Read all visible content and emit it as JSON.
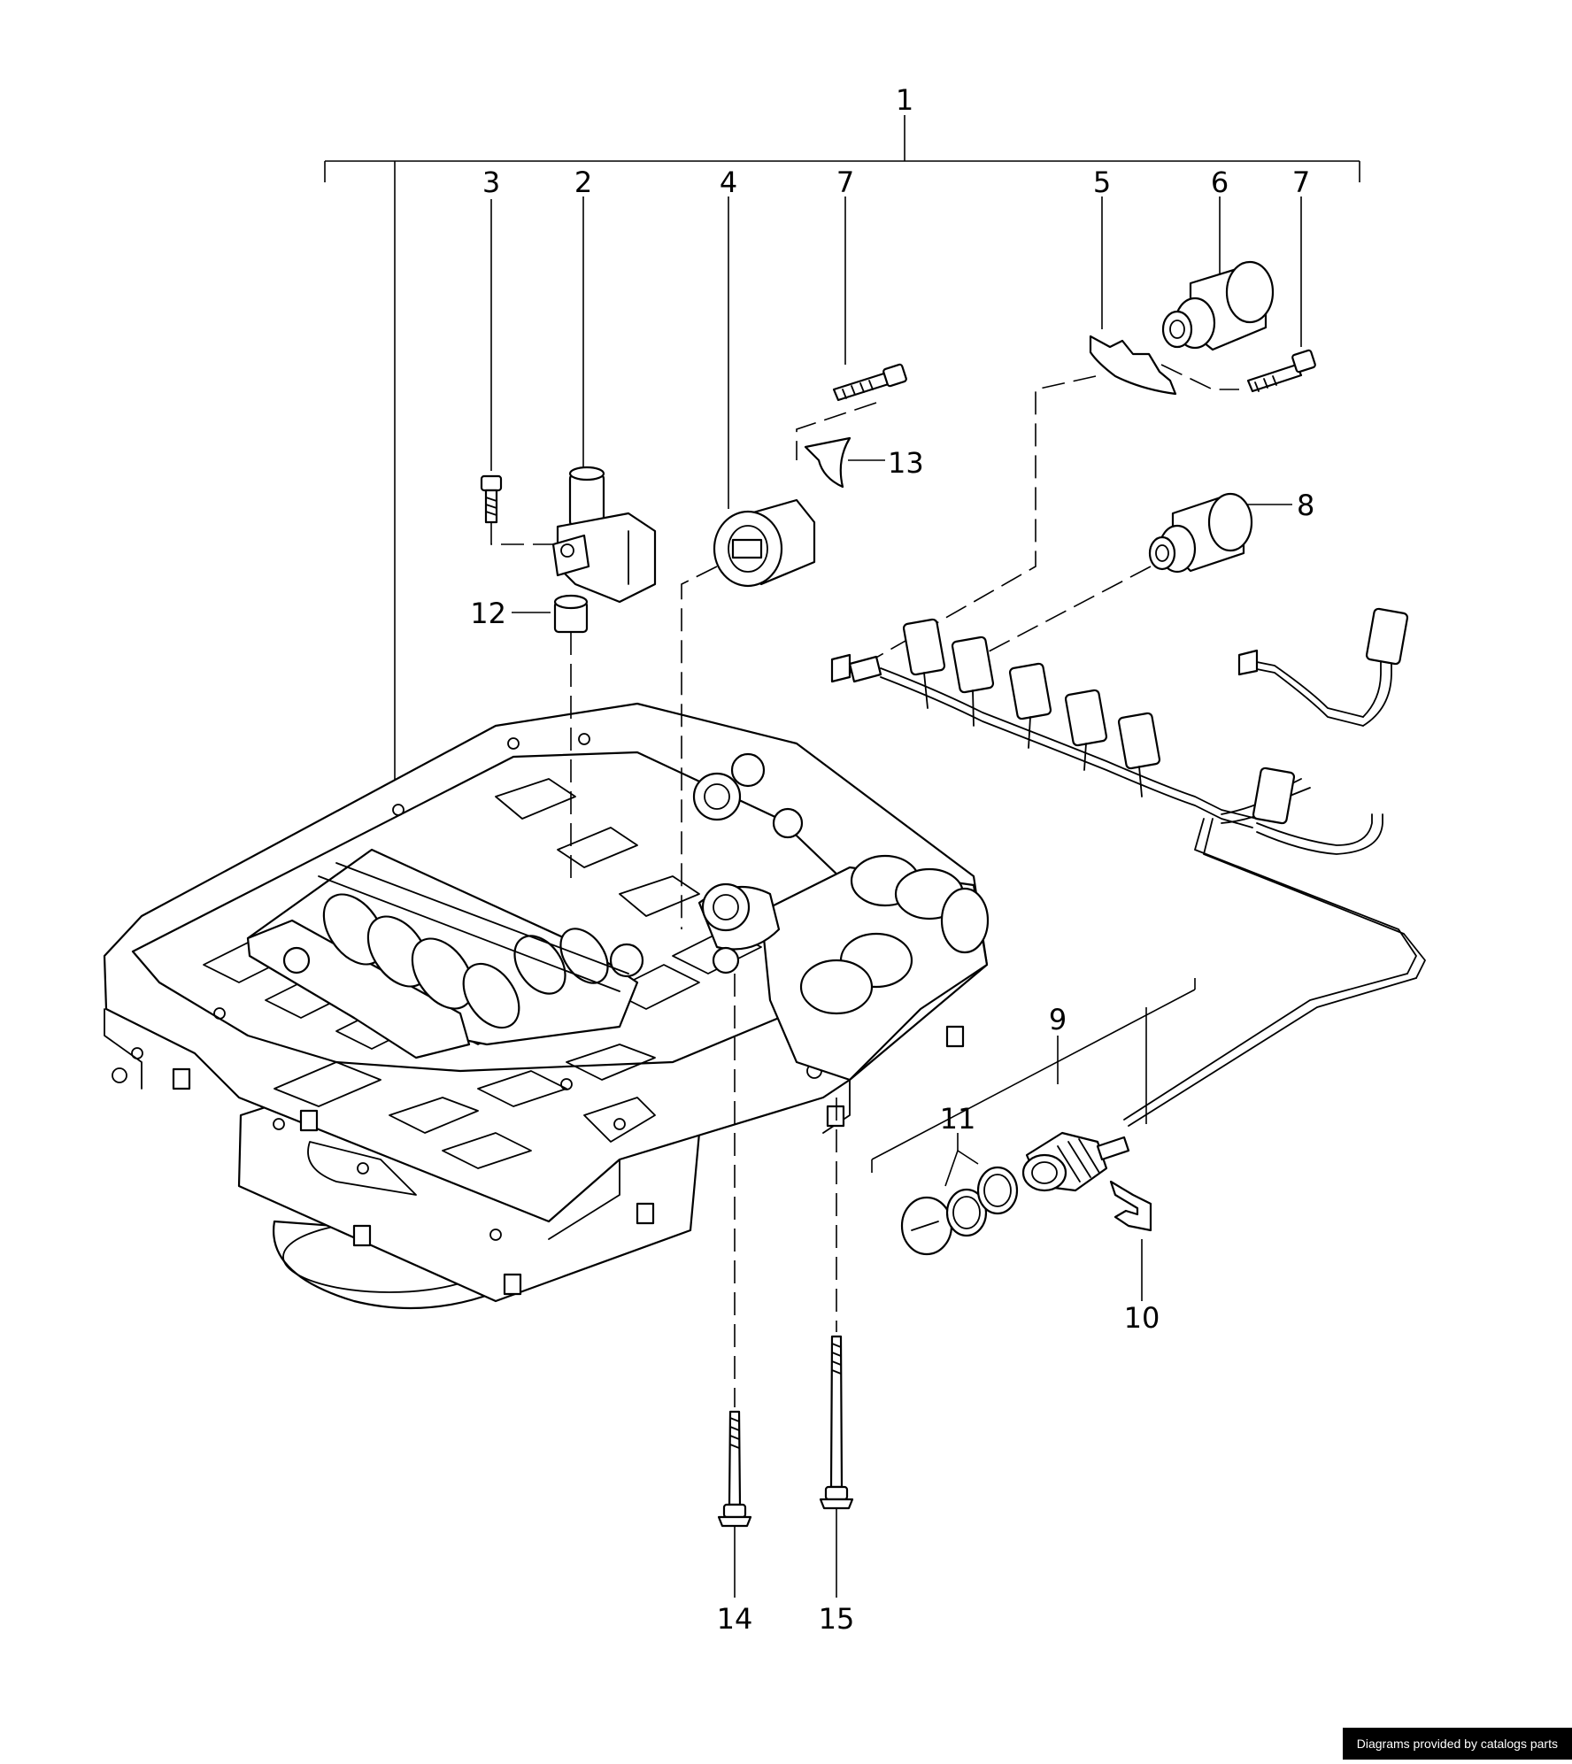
{
  "callouts": {
    "c1": "1",
    "c2": "2",
    "c3": "3",
    "c4": "4",
    "c5": "5",
    "c6": "6",
    "c7a": "7",
    "c7b": "7",
    "c8": "8",
    "c9": "9",
    "c10": "10",
    "c11": "11",
    "c12": "12",
    "c13": "13",
    "c14": "14",
    "c15": "15"
  },
  "footer": {
    "credit": "Diagrams provided by catalogs parts"
  }
}
